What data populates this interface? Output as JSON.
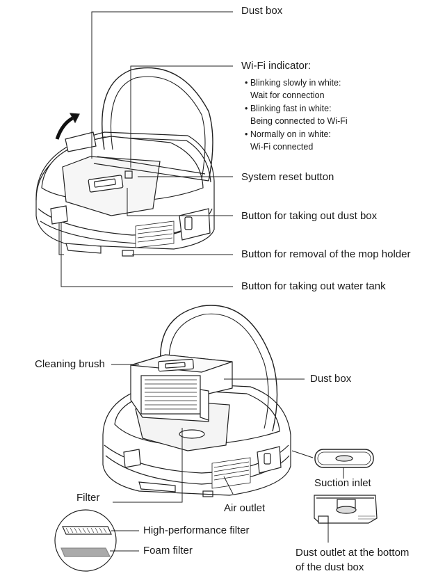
{
  "diagram1": {
    "dust_box": "Dust box",
    "wifi_indicator": {
      "title": "Wi-Fi indicator:",
      "states": [
        {
          "bullet": "• Blinking slowly in white:",
          "meaning": "Wait for connection"
        },
        {
          "bullet": "• Blinking fast in white:",
          "meaning": "Being connected to Wi-Fi"
        },
        {
          "bullet": "• Normally on in white:",
          "meaning": "Wi-Fi connected"
        }
      ]
    },
    "system_reset_button": "System reset button",
    "take_out_dust_box_button": "Button for taking out dust box",
    "mop_holder_removal_button": "Button for removal of the mop holder",
    "take_out_water_tank_button": "Button for taking out water tank"
  },
  "diagram2": {
    "cleaning_brush": "Cleaning brush",
    "dust_box": "Dust box",
    "filter": "Filter",
    "high_performance_filter": "High-performance filter",
    "foam_filter": "Foam filter",
    "air_outlet": "Air outlet",
    "suction_inlet": "Suction inlet",
    "dust_outlet_line1": "Dust outlet at the bottom",
    "dust_outlet_line2": "of the dust box"
  }
}
